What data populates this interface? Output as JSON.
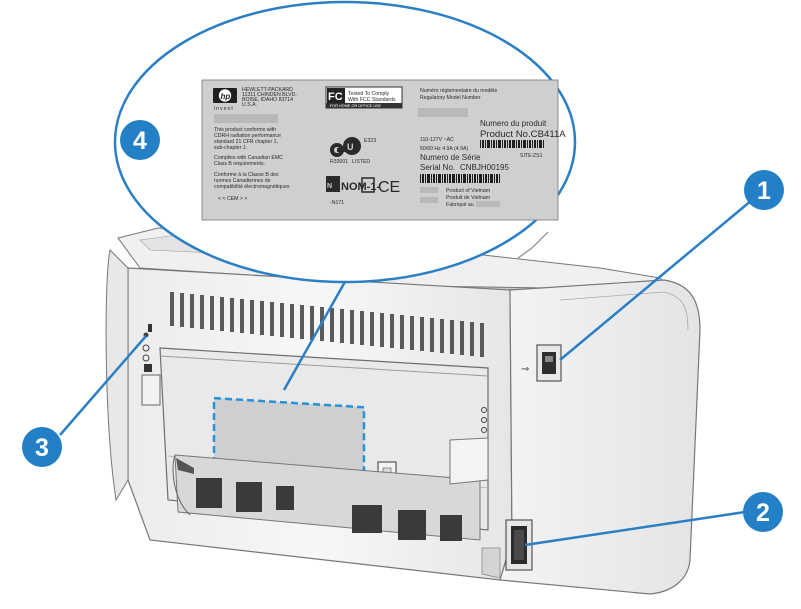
{
  "callouts": {
    "c1": "1",
    "c2": "2",
    "c3": "3",
    "c4": "4"
  },
  "label": {
    "company_lines": [
      "HEWLETT-PACKARD",
      "11311 CHINDEN BLVD.",
      "BOISE, IDAHO 83714",
      "U.S.A."
    ],
    "invent": "invent",
    "cdrh_lines": [
      "This product conforms with",
      "CDRH radiation performance",
      "standard 21 CFR chapter 1,",
      "sub-chapter J."
    ],
    "emc_lines": [
      "Complies with Canadian EMC",
      "Class B requirements."
    ],
    "cem_lines": [
      "Conforme à la Classe B des",
      "normes Canadiennes de",
      "compatibilité électromagnétiques"
    ],
    "cem_tag": "< < CEM > >",
    "fcc_logo": "FC",
    "fcc_lines": [
      "Tested To Comply",
      "With FCC Standards"
    ],
    "fcc_footer": "FOR HOME OR OFFICE USE",
    "model_lines": [
      "Numéro réglementaire du modèle",
      "Regulatory Model Number"
    ],
    "voltage": "110-127V  ~AC",
    "current": "50/60 Hz 4.9A (4.9A)",
    "product_no_fr": "Numero du produit",
    "product_no": "Product No.CB411A",
    "site": "SITE:ZS1",
    "serial_fr": "Numero de Série",
    "serial_en": "Serial No.",
    "serial_value": "CNBJH00195",
    "origin_lines": [
      "Product of Vietnam",
      "Produit de Vietnam",
      "Fabriqué au"
    ],
    "cert_code": "R33001",
    "listed": "LISTED",
    "cert_code2": "E323",
    "nom_mark": "NOM-1-",
    "rcm_tag": "-N171"
  },
  "colors": {
    "callout_blue": "#2380c6",
    "callout_line": "#2a7fc5",
    "dash_outline": "#2593d6",
    "printer_body": "#f1f1f1",
    "panel_grey": "#e3e3e3",
    "label_grey": "#cfcfcf"
  }
}
